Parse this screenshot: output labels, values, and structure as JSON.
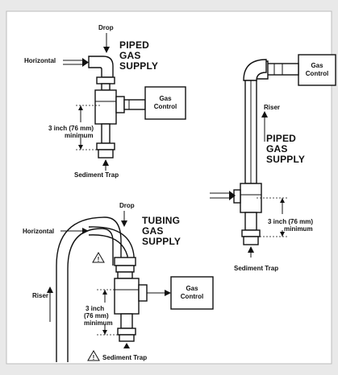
{
  "diagram": {
    "top_left": {
      "drop": "Drop",
      "horizontal": "Horizontal",
      "title_lines": [
        "PIPED",
        "GAS",
        "SUPPLY"
      ],
      "gas_control_lines": [
        "Gas",
        "Control"
      ],
      "dimension_lines": [
        "3 inch (76 mm)",
        "minimum"
      ],
      "sediment_trap": "Sediment Trap"
    },
    "right": {
      "gas_control_lines": [
        "Gas",
        "Control"
      ],
      "riser": "Riser",
      "title_lines": [
        "PIPED",
        "GAS",
        "SUPPLY"
      ],
      "dimension_lines": [
        "3 inch (76 mm)",
        "minimum"
      ],
      "sediment_trap": "Sediment Trap"
    },
    "bottom_left": {
      "drop": "Drop",
      "horizontal": "Horizontal",
      "title_lines": [
        "TUBING",
        "GAS",
        "SUPPLY"
      ],
      "riser": "Riser",
      "gas_control_lines": [
        "Gas",
        "Control"
      ],
      "dimension_lines": [
        "3 inch",
        "(76 mm)",
        "minimum"
      ],
      "sediment_trap": "Sediment Trap",
      "warning_symbol": "!"
    }
  }
}
